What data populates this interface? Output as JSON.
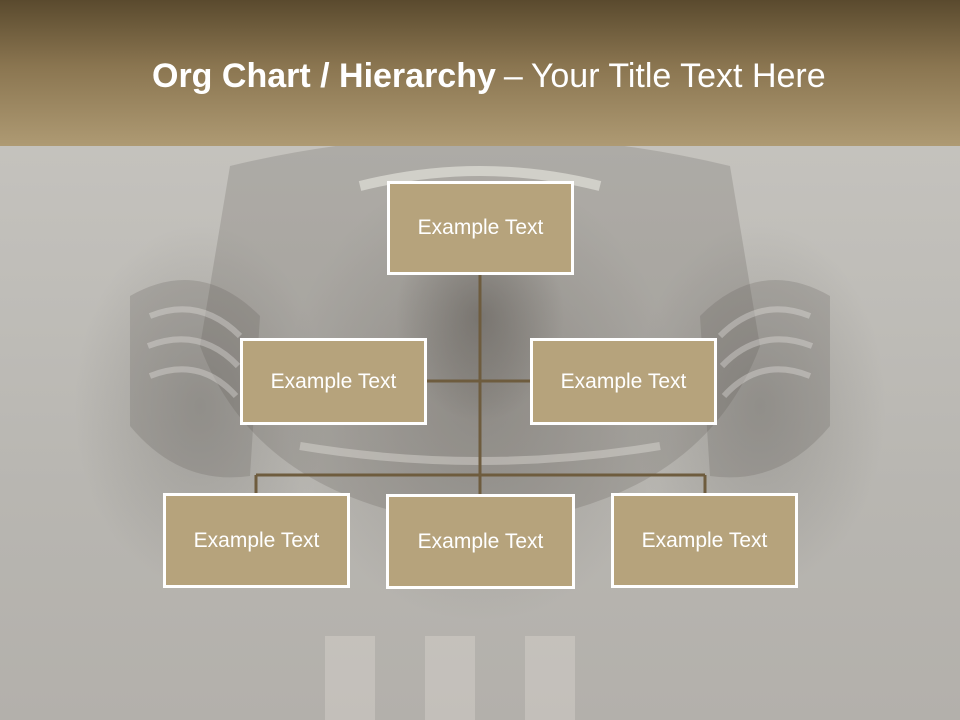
{
  "slide": {
    "title_bold": "Org Chart / Hierarchy",
    "title_dash": "–",
    "title_rest": "Your Title Text Here"
  },
  "org_chart": {
    "root": {
      "label": "Example Text"
    },
    "level2": [
      {
        "label": "Example Text"
      },
      {
        "label": "Example Text"
      }
    ],
    "level3": [
      {
        "label": "Example Text"
      },
      {
        "label": "Example Text"
      },
      {
        "label": "Example Text"
      }
    ]
  },
  "colors": {
    "title_bar_top": "#5a4a2e",
    "title_bar_bottom": "#ae9a73",
    "box_fill": "#b6a37c",
    "box_border": "#ffffff",
    "connector": "#6e5c3e",
    "text": "#ffffff"
  },
  "background_image": "football-player-helmet-photo"
}
